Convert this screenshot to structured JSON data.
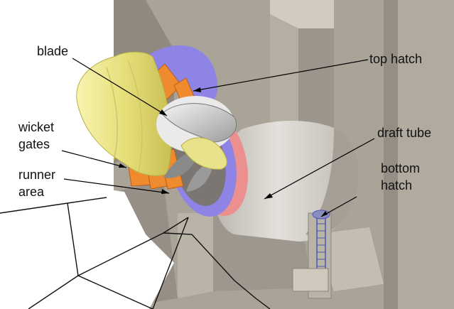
{
  "labels": {
    "blade": "blade",
    "top_hatch": "top hatch",
    "draft_tube": "draft tube",
    "wicket_gates_1": "wicket",
    "wicket_gates_2": "gates",
    "bottom_hatch_1": "bottom",
    "bottom_hatch_2": "hatch",
    "runner_area_1": "runner",
    "runner_area_2": "area"
  },
  "colors": {
    "concrete": "#a6a096",
    "concrete_dark": "#8e887e",
    "concrete_light": "#c8c2b6",
    "cone_yellow": "#ece78c",
    "wicket_orange": "#ef8a2e",
    "ring_blue": "#8b82e6",
    "ring_pink": "#ec8f8f",
    "draft_gray": "#d2cfca"
  }
}
